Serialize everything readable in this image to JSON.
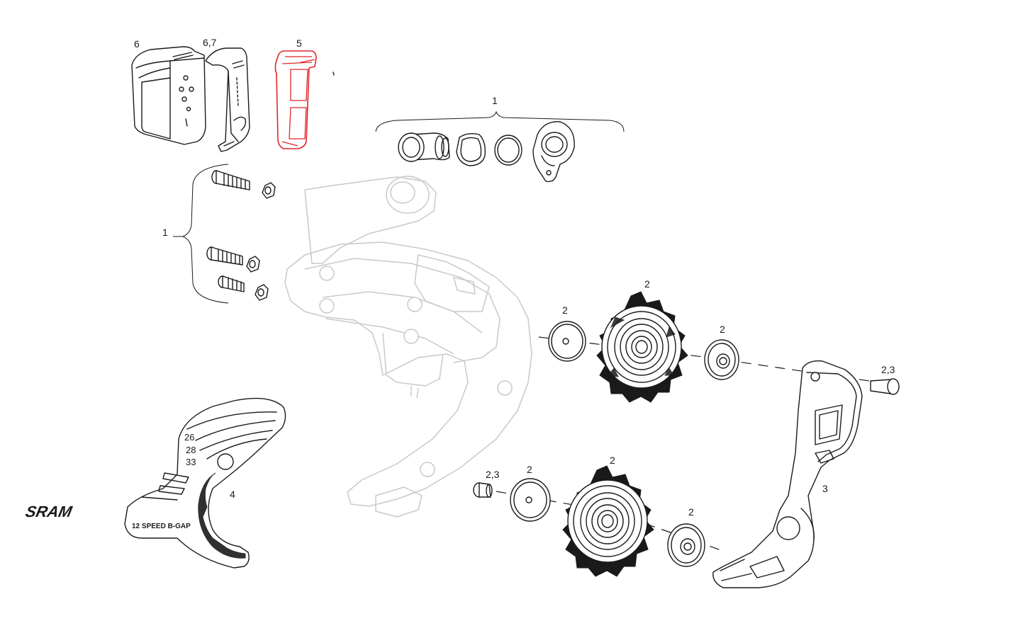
{
  "callouts": {
    "c6": "6",
    "c67": "6,7",
    "c5": "5",
    "c1_top": "1",
    "c1_left": "1",
    "c2_small_upper": "2",
    "c2_cog_upper": "2",
    "c2_washer_upper": "2",
    "c23_upper": "2,3",
    "c3": "3",
    "c4": "4",
    "c23_lower": "2,3",
    "c2_small_lower": "2",
    "c2_cog_lower": "2",
    "c2_washer_lower": "2"
  },
  "guide": {
    "brand": "SRAM",
    "speed_label": "12 SPEED B-GAP",
    "sizes": [
      "26",
      "28",
      "33"
    ]
  },
  "colors": {
    "highlight": "#e0262b",
    "line": "#1a1a1a",
    "ghost": "#c9c9c9"
  }
}
